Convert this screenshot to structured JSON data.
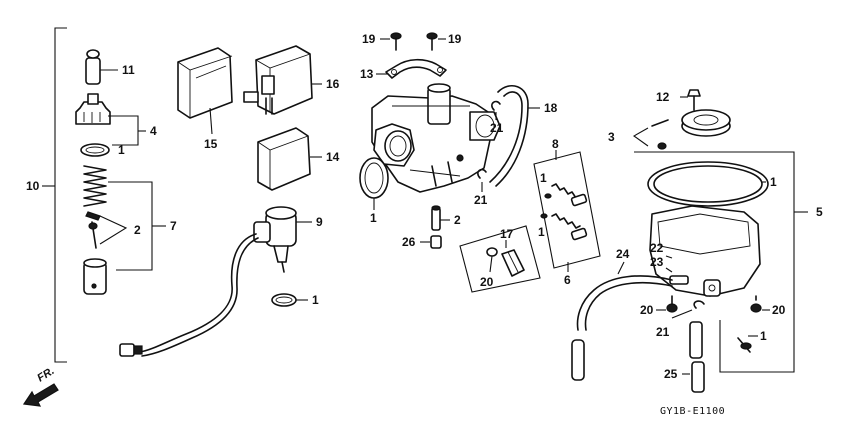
{
  "callouts": {
    "c10": "10",
    "c11": "11",
    "c4": "4",
    "c1_a": "1",
    "c2_a": "2",
    "c7": "7",
    "c15": "15",
    "c16": "16",
    "c14": "14",
    "c9": "9",
    "c1_b": "1",
    "c19_a": "19",
    "c19_b": "19",
    "c13": "13",
    "c18": "18",
    "c21_a": "21",
    "c1_c": "1",
    "c21_b": "21",
    "c8": "8",
    "c1_d": "1",
    "c1_e": "1",
    "c6": "6",
    "c2_b": "2",
    "c26": "26",
    "c17": "17",
    "c20_a": "20",
    "c12": "12",
    "c3": "3",
    "c1_f": "1",
    "c5": "5",
    "c22": "22",
    "c23": "23",
    "c24": "24",
    "c20_b": "20",
    "c21_c": "21",
    "c20_c": "20",
    "c1_g": "1",
    "c25": "25"
  },
  "direction_label": "FR.",
  "diagram_code": "GY1B-E1100"
}
